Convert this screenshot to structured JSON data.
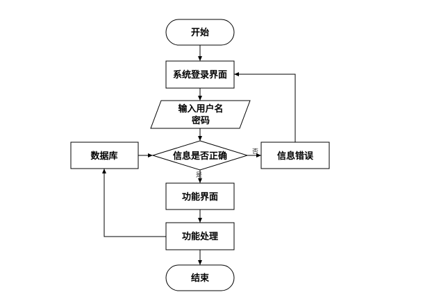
{
  "nodes": {
    "start": "开始",
    "login": "系统登录界面",
    "input_line1": "输入用户名",
    "input_line2": "密码",
    "check": "信息是否正确",
    "database": "数据库",
    "error": "信息错误",
    "function_ui": "功能界面",
    "process": "功能处理",
    "end": "结束"
  },
  "edges": {
    "yes": "是",
    "no": "否"
  }
}
